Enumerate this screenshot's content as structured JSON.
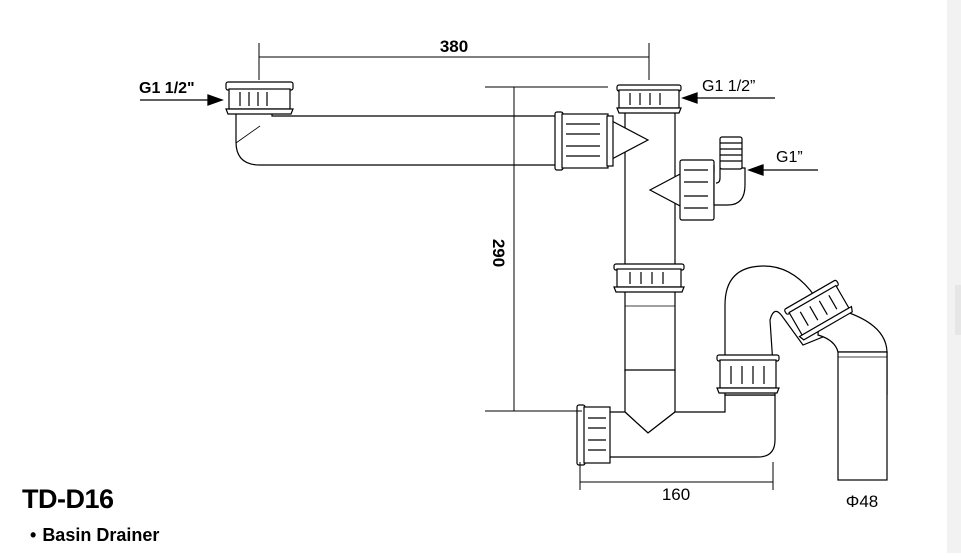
{
  "product": {
    "code": "TD-D16",
    "bullet": "•",
    "description": "Basin Drainer"
  },
  "dimensions": {
    "width": "380",
    "height": "290",
    "trap_width": "160",
    "pipe_diameter": "Φ48"
  },
  "connections": {
    "left_inlet": "G1 1/2\"",
    "top_inlet": "G1 1/2”",
    "side_inlet": "G1”"
  },
  "colors": {
    "line": "#000000",
    "fill": "#ffffff",
    "background": "#ffffff"
  }
}
